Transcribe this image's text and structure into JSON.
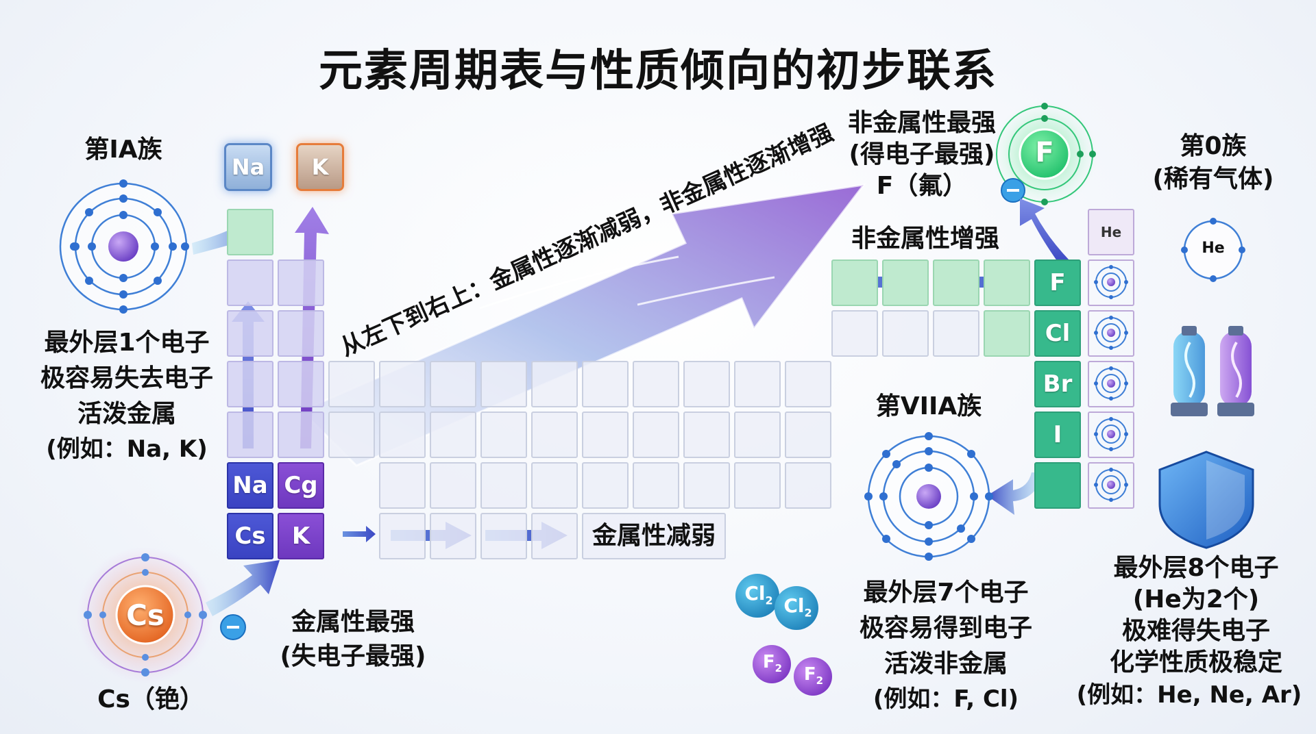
{
  "title": "元素周期表与性质倾向的初步联系",
  "colors": {
    "metal_blue": "#3a43c2",
    "metal_purple": "#6e38bf",
    "halogen_green": "#37b98c",
    "nonmetal_light_green": "#bfeacf",
    "arrow_gradient_start": "#9fb4ea",
    "arrow_gradient_end": "#9b6fd8"
  },
  "group_ia": {
    "heading": "第IA族",
    "lines": [
      "最外层1个电子",
      "极容易失去电子",
      "活泼金属",
      "(例如：Na, K)"
    ],
    "chip_na": "Na",
    "chip_k": "K"
  },
  "cs": {
    "symbol": "Cs",
    "caption": "Cs（铯）",
    "electron": "-",
    "strongest_lines": [
      "金属性最强",
      "(失电子最强)"
    ]
  },
  "metal_cells": [
    {
      "symbol": "Na",
      "color": "blue"
    },
    {
      "symbol": "Cg",
      "color": "purple"
    },
    {
      "symbol": "Cs",
      "color": "blue"
    },
    {
      "symbol": "K",
      "color": "purple"
    }
  ],
  "metal_weaken_label": "金属性减弱",
  "diagonal_label": "从左下到右上：金属性逐渐减弱，非金属性逐渐增强",
  "fluorine": {
    "heading_lines": [
      "非金属性最强",
      "(得电子最强)",
      "F（氟）"
    ],
    "symbol": "F",
    "electron": "-"
  },
  "nonmetal_increase_label": "非金属性增强",
  "halogens": [
    "F",
    "Cl",
    "Br",
    "I"
  ],
  "group_viia": {
    "heading": "第VIIA族",
    "lines": [
      "最外层7个电子",
      "极容易得到电子",
      "活泼非金属",
      "(例如：F, Cl)"
    ]
  },
  "molecules": {
    "cl2": {
      "symbol": "Cl",
      "sub": "2"
    },
    "f2": {
      "symbol": "F",
      "sub": "2"
    }
  },
  "group_0": {
    "heading_lines": [
      "第0族",
      "(稀有气体)"
    ],
    "he_cell": "He",
    "he_atom": "He",
    "lines": [
      "最外层8个电子",
      "(He为2个)",
      "极难得失电子",
      "化学性质极稳定",
      "(例如：He, Ne, Ar)"
    ]
  },
  "icons": {
    "shield": "shield-icon",
    "gas_tubes": "gas-tube-icon"
  }
}
